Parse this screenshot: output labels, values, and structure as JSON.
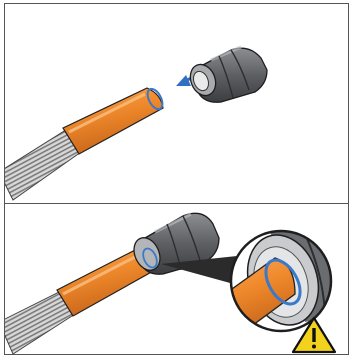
{
  "figure": {
    "panels": [
      {
        "id": "step-1",
        "content": "connector-detached"
      },
      {
        "id": "step-2",
        "content": "connector-attached"
      }
    ],
    "icons": {
      "arrow": "push-arrow-icon",
      "warning": "warning-triangle-icon",
      "magnifier": "detail-magnifier"
    }
  },
  "colors": {
    "pipe_orange": "#f08a2c",
    "pipe_orange_dark": "#c8661a",
    "pipe_highlight": "#f8b06a",
    "ring_blue": "#3a78c8",
    "connector_body": "#6d6f73",
    "connector_light": "#c9cbce",
    "connector_dark": "#3b3d40",
    "coil_gray": "#9a9a9a",
    "outline": "#1e1e1e",
    "warning_yellow": "#f3d21e",
    "arrow_blue": "#2f6fc4"
  }
}
